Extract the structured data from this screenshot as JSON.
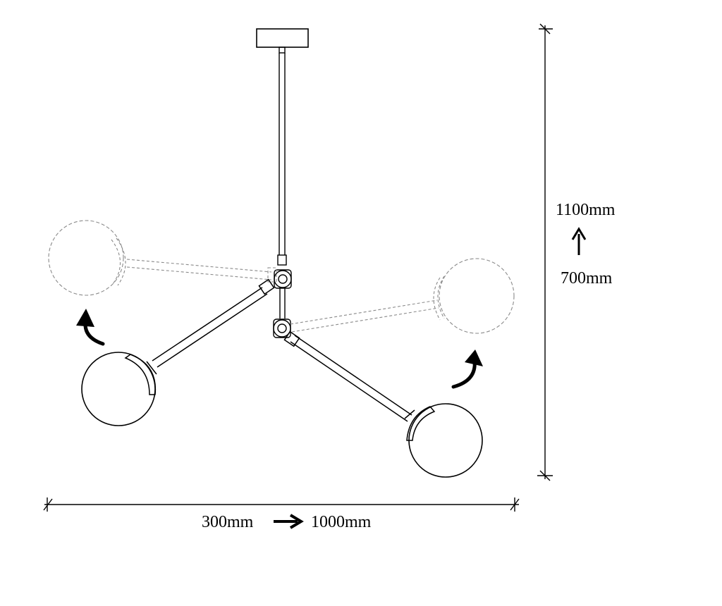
{
  "dimensions": {
    "height_max": "1100mm",
    "height_min": "700mm",
    "width_min": "300mm",
    "width_max": "1000mm"
  },
  "colors": {
    "line": "#000000",
    "ghost_line": "#8a8a8a",
    "background": "#ffffff"
  }
}
